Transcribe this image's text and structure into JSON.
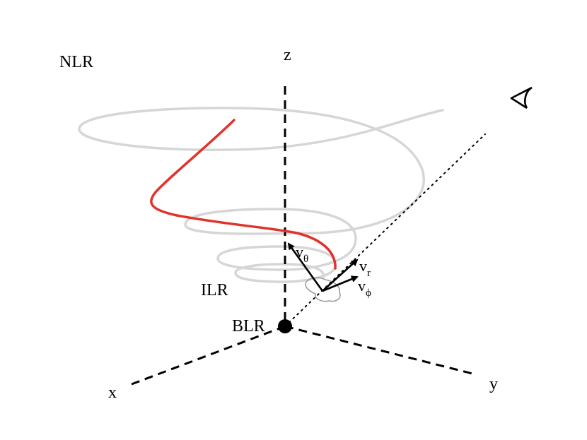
{
  "labels": {
    "nlr": "NLR",
    "ilr": "ILR",
    "blr": "BLR"
  },
  "axes": {
    "x": "x",
    "y": "y",
    "z": "z"
  },
  "vectors": {
    "v_theta": {
      "base": "v",
      "sub": "θ"
    },
    "v_r": {
      "base": "v",
      "sub": "r"
    },
    "v_phi": {
      "base": "v",
      "sub": "ϕ"
    }
  },
  "colors": {
    "trajectory": "#e0332b",
    "spiral": "#d6d6d6",
    "axes": "#000000"
  },
  "icons": {
    "observer": "observer-eye-icon"
  }
}
